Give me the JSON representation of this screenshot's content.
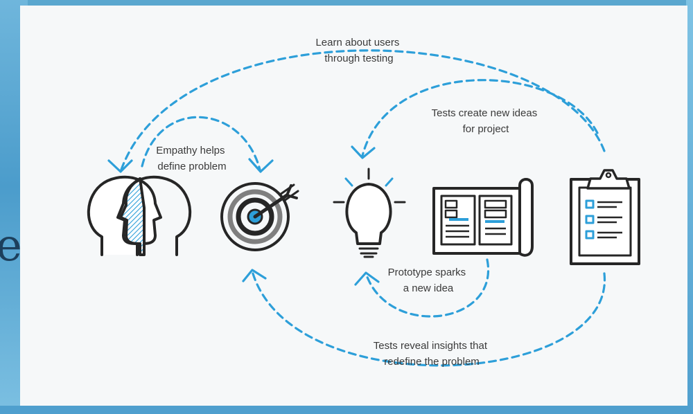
{
  "labels": {
    "learn_line1": "Learn about users",
    "learn_line2": "through testing",
    "tests_ideas_line1": "Tests create new ideas",
    "tests_ideas_line2": "for project",
    "empathy_line1": "Empathy helps",
    "empathy_line2": "define problem",
    "prototype_line1": "Prototype sparks",
    "prototype_line2": "a new idea",
    "reveal_line1": "Tests reveal insights that",
    "reveal_line2": "redefine the problem"
  },
  "background_glyph": "e",
  "colors": {
    "accent": "#2d9fd9",
    "ink": "#262626",
    "panel": "#f6f8f9",
    "frame": "#5aa7cf"
  },
  "icons": [
    "two-heads-icon",
    "target-icon",
    "lightbulb-icon",
    "blueprint-icon",
    "clipboard-icon"
  ]
}
